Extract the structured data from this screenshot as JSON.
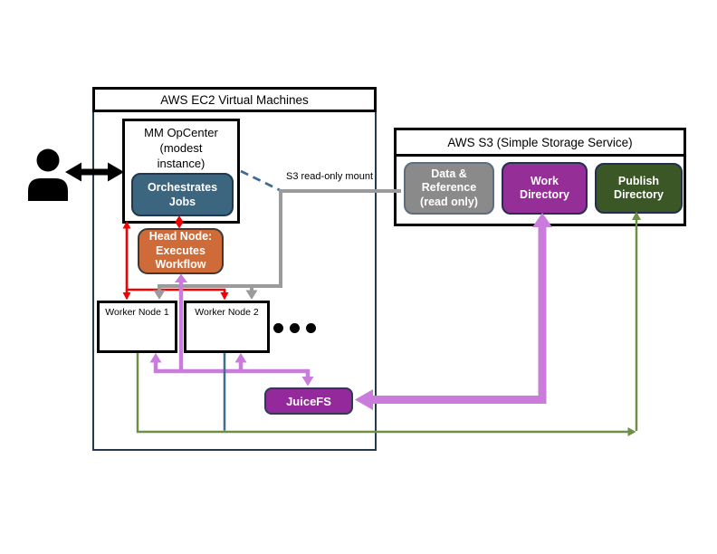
{
  "colors": {
    "red": "#f40000",
    "gray_line": "#9b9b9b",
    "orchid": "#c97cdb",
    "green_line": "#6e9044",
    "blue_line": "#3f6f90",
    "dashed_blue": "#3e6c94",
    "navy": "#24384e",
    "steel_blue": "#3c657f",
    "orange": "#ce6b39",
    "gray_box": "#8a8a8a",
    "purple_box": "#952e97",
    "juicefs": "#93299a",
    "dark_green": "#3a5725"
  },
  "ec2": {
    "title": "AWS EC2 Virtual Machines",
    "opcenter_label": "MM OpCenter\n(modest\ninstance)",
    "orchestrates_badge": "Orchestrates\nJobs",
    "head_node_label": "Head Node:\nExecutes\nWorkflow",
    "worker1_label": "Worker Node 1",
    "worker2_label": "Worker Node 2",
    "juicefs_label": "JuiceFS"
  },
  "s3": {
    "title": "AWS S3 (Simple Storage Service)",
    "data_reference_label": "Data &\nReference\n(read only)",
    "work_directory_label": "Work\nDirectory",
    "publish_directory_label": "Publish\nDirectory"
  },
  "labels": {
    "s3_mount": "S3 read-only mount"
  }
}
